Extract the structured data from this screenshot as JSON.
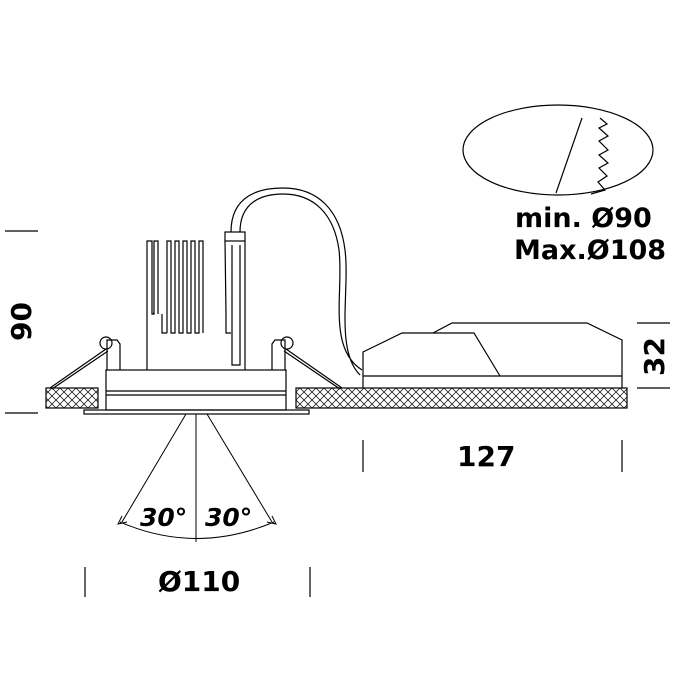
{
  "dimensions": {
    "height": "90",
    "driver_height": "32",
    "driver_length": "127",
    "diameter": "Ø110",
    "beam_left": "30°",
    "beam_right": "30°"
  },
  "cutout": {
    "min_label": "min. Ø90",
    "max_label": "Max.Ø108"
  },
  "colors": {
    "line": "#000000",
    "background": "#ffffff"
  }
}
